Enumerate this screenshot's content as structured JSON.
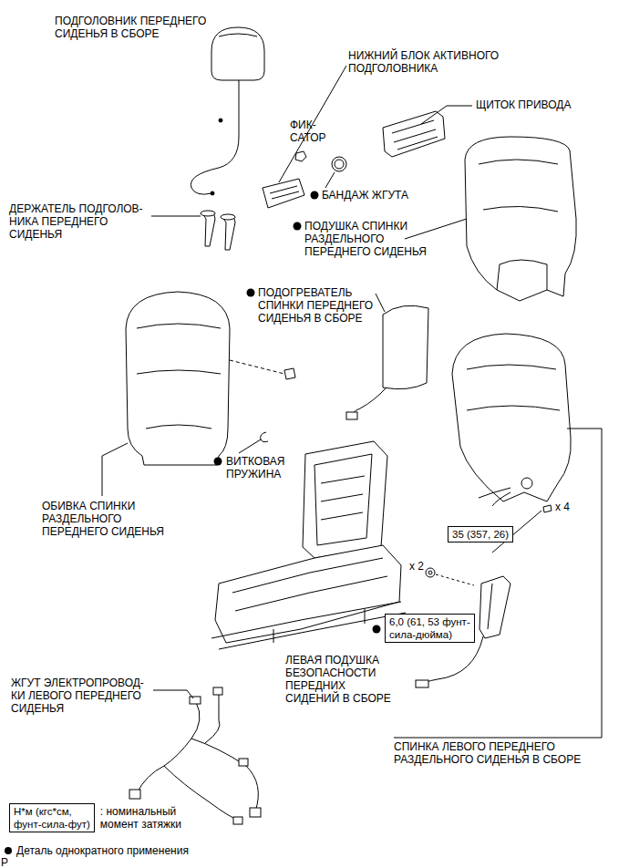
{
  "diagram": {
    "nodes": [
      {
        "text": [
          "35 (357, 26)"
        ]
      },
      {
        "text": [
          "6,0 (61, 53 фунт- сила-дюйма)"
        ]
      },
      {
        "text": [
          "Н*м (кгс*см, фунт-сила-фут)"
        ]
      }
    ],
    "labels": [
      "ПОДГОЛОВНИК ПЕРЕДНЕГО СИДЕНЬЯ В СБОРЕ",
      "НИЖНИЙ БЛОК АКТИВНОГО ПОДГОЛОВНИКА",
      "ЩИТОК ПРИВОДА",
      "ФИК- САТОР",
      "ДЕРЖАТЕЛЬ ПОДГОЛОВ- НИКА ПЕРЕДНЕГО СИДЕНЬЯ",
      "БАНДАЖ ЖГУТА",
      "ПОДУШКА СПИНКИ РАЗДЕЛЬНОГО ПЕРЕДНЕГО СИДЕНЬЯ",
      "ПОДОГРЕВАТЕЛЬ СПИНКИ ПЕРЕДНЕГО СИДЕНЬЯ В СБОРЕ",
      "ВИТКОВАЯ ПРУЖИНА",
      "ОБИВКА СПИНКИ РАЗДЕЛЬНОГО ПЕРЕДНЕГО СИДЕНЬЯ",
      "x 4",
      "x 2",
      "ЛЕВАЯ ПОДУШКА БЕЗОПАСНОСТИ ПЕРЕДНИХ СИДЕНИЙ В СБОРЕ",
      "ЖГУТ ЭЛЕКТРОПРОВОД- КИ ЛЕВОГО ПЕРЕДНЕГО СИДЕНЬЯ",
      "СПИНКА ЛЕВОГО ПЕРЕДНЕГО РАЗДЕЛЬНОГО СИДЕНЬЯ В СБОРЕ",
      "P"
    ],
    "legend": [
      {
        "text": ": номинальный момент затяжки"
      },
      {
        "text": "Деталь однократного применения"
      }
    ]
  }
}
